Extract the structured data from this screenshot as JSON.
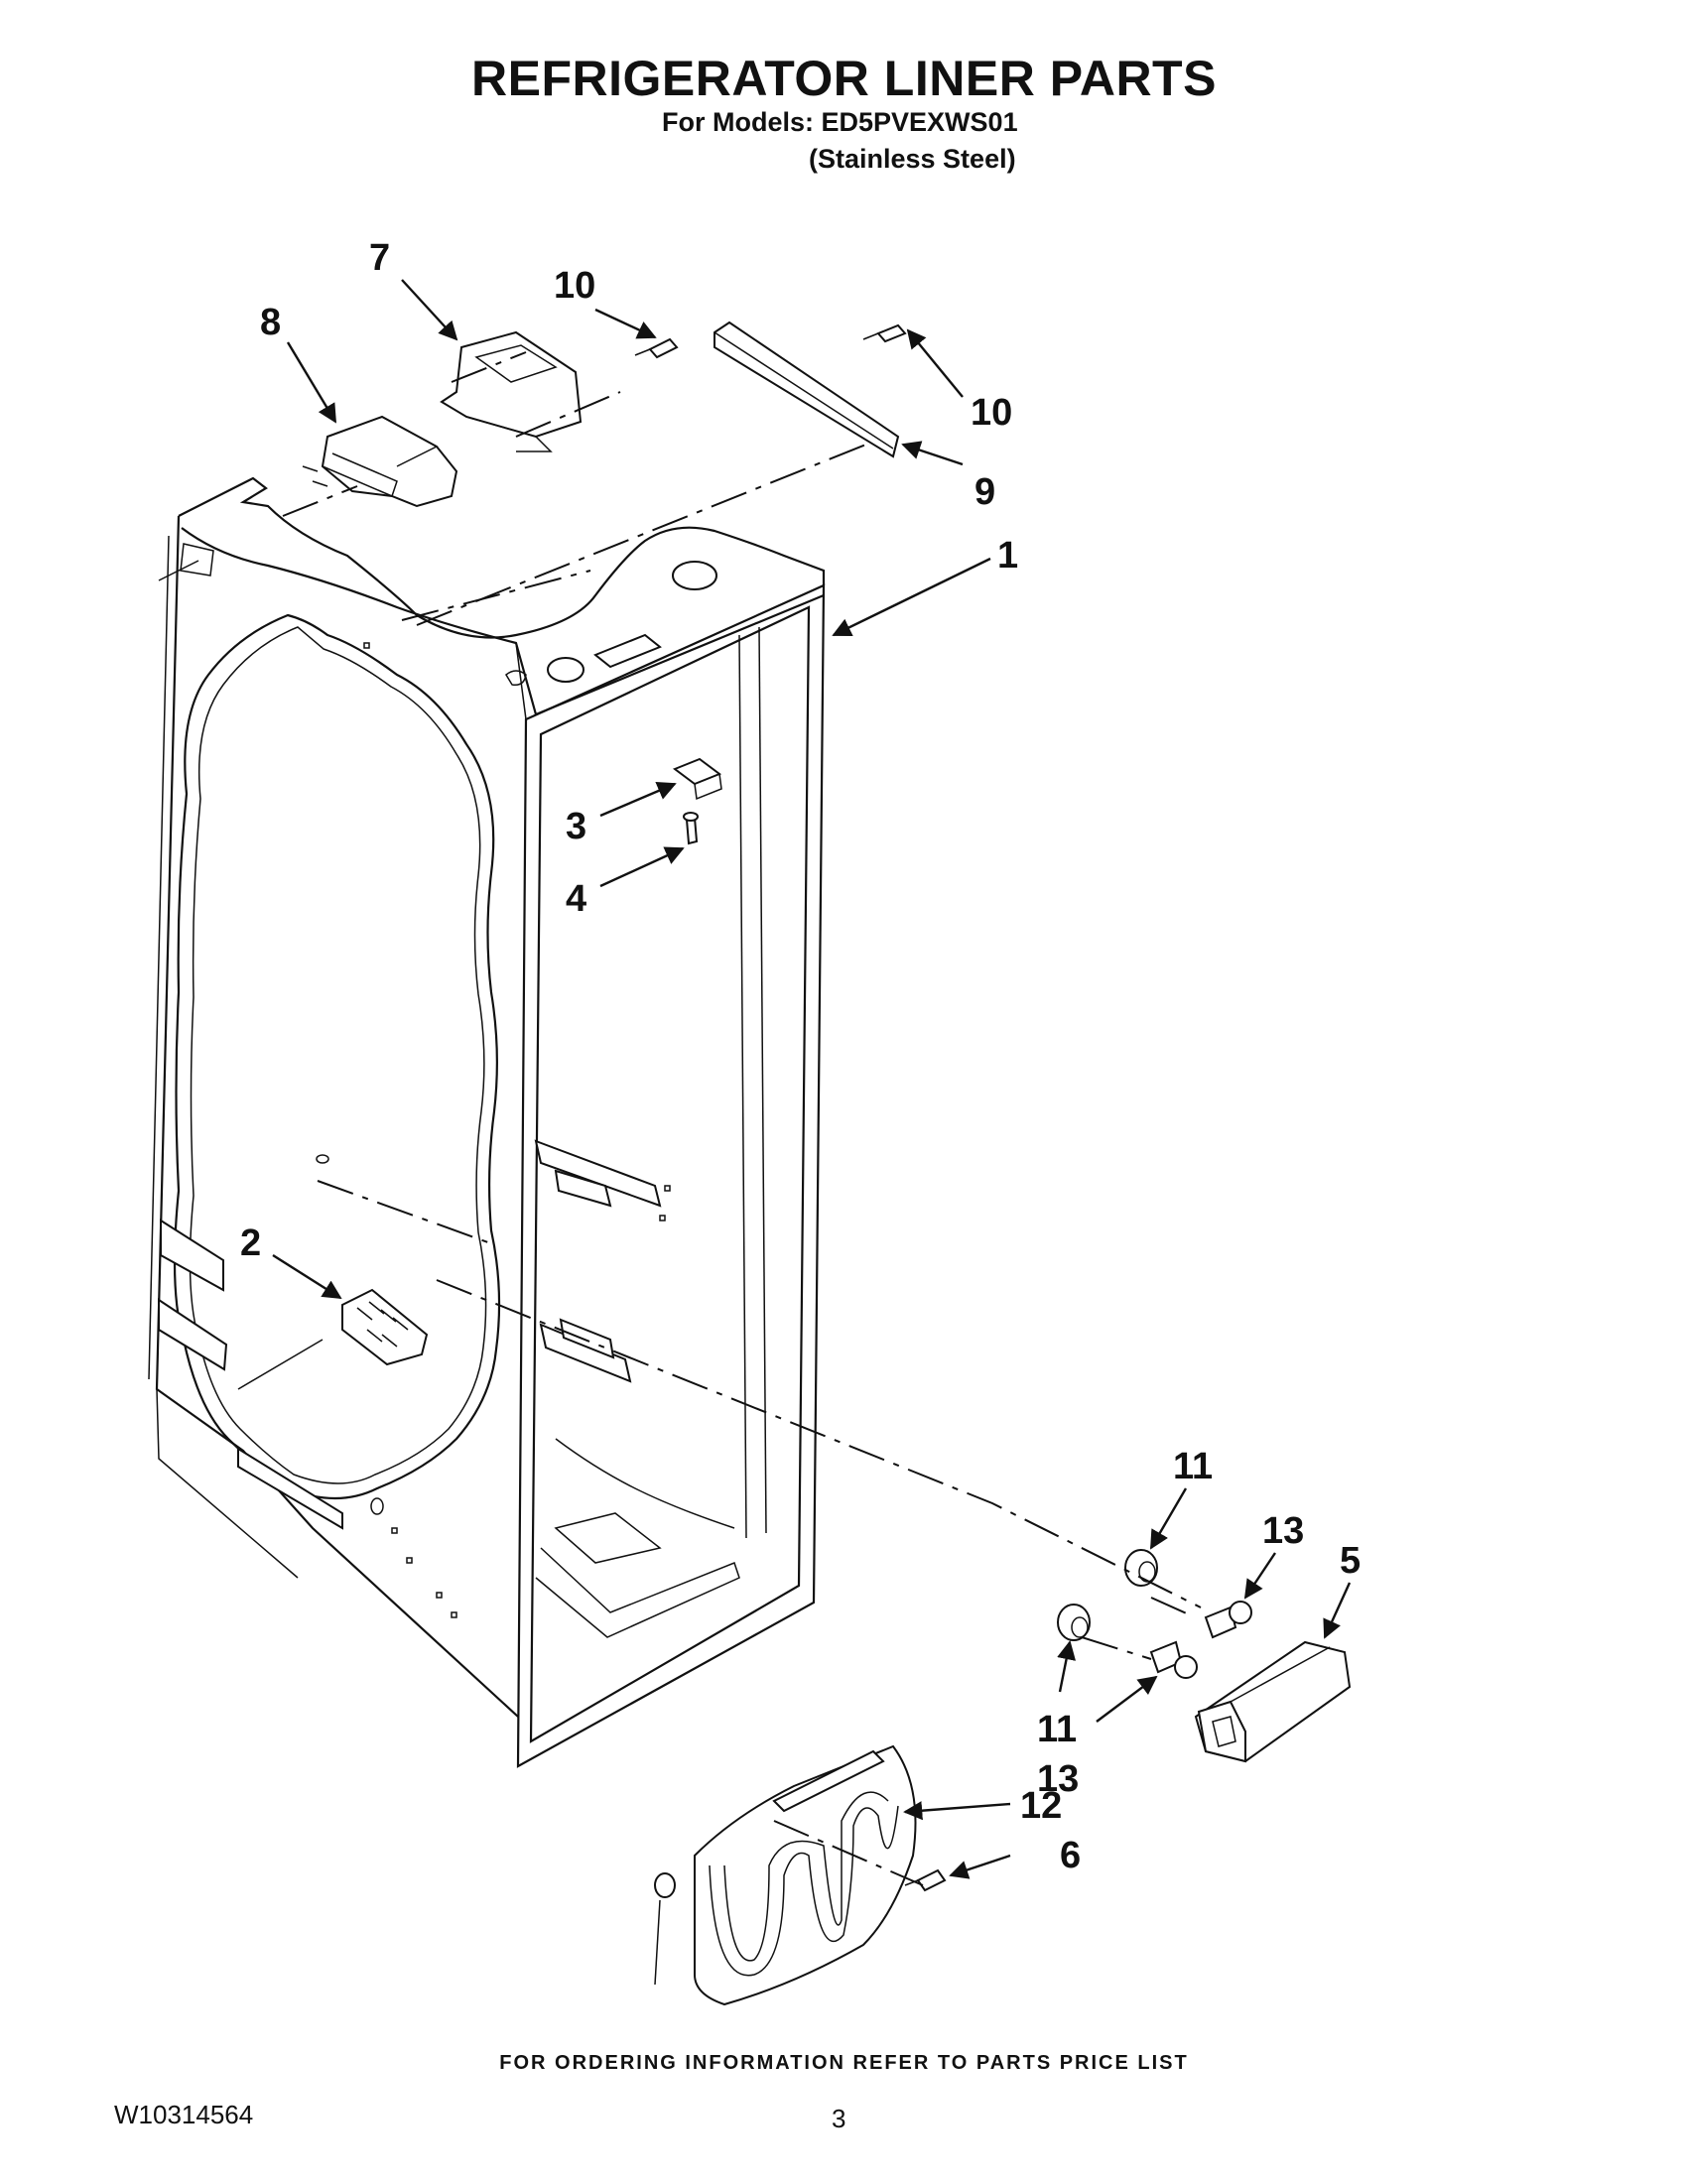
{
  "header": {
    "title": "REFRIGERATOR LINER PARTS",
    "models_line": "For Models: ED5PVEXWS01",
    "finish_line": "(Stainless Steel)"
  },
  "footer": {
    "ordering_note": "FOR ORDERING INFORMATION REFER TO PARTS PRICE LIST",
    "document_number": "W10314564",
    "page_number": "3"
  },
  "callouts": {
    "c7": "7",
    "c8": "8",
    "c10a": "10",
    "c10b": "10",
    "c9": "9",
    "c1": "1",
    "c3": "3",
    "c4": "4",
    "c2": "2",
    "c11a": "11",
    "c13a": "13",
    "c5": "5",
    "c11b": "11",
    "c13b": "13",
    "c12": "12",
    "c6": "6"
  }
}
